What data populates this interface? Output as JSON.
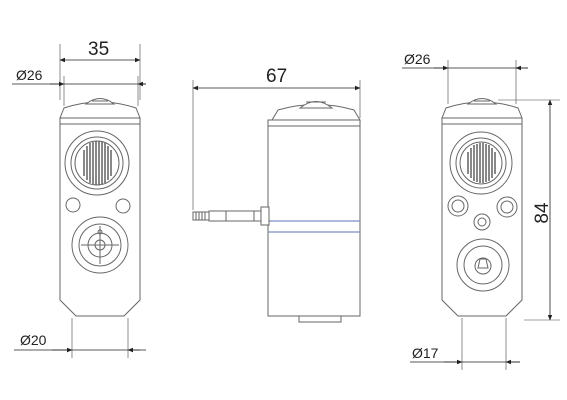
{
  "colors": {
    "outline": "#666666",
    "dimension": "#222222",
    "accent_band": "#7b8fc0"
  },
  "views": {
    "left": {
      "dim_width": "35",
      "dim_top_diameter": "Ø26",
      "dim_bottom_diameter": "Ø20"
    },
    "side": {
      "dim_length": "67"
    },
    "right": {
      "dim_top_diameter": "Ø26",
      "dim_height": "84",
      "dim_bottom_diameter": "Ø17"
    }
  }
}
